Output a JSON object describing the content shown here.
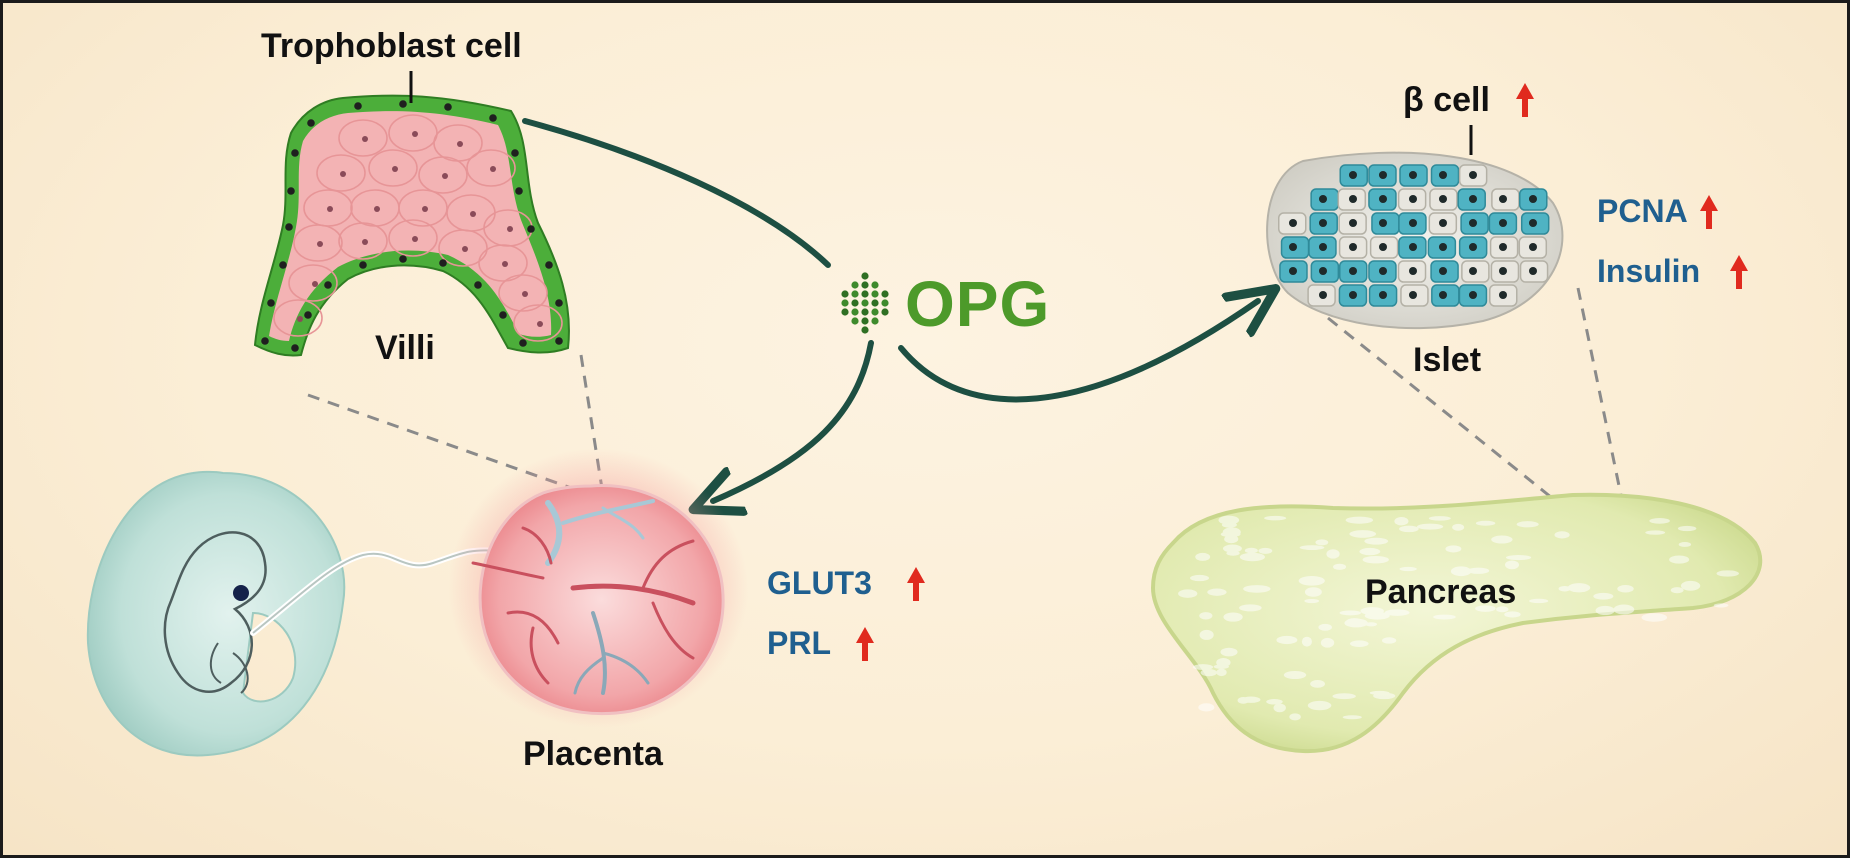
{
  "labels": {
    "trophoblast": "Trophoblast cell",
    "villi": "Villi",
    "opg": "OPG",
    "beta_cell": "β cell",
    "pcna": "PCNA",
    "insulin": "Insulin",
    "islet": "Islet",
    "glut3": "GLUT3",
    "prl": "PRL",
    "placenta": "Placenta",
    "pancreas": "Pancreas"
  },
  "markers": {
    "increase_icon": "arrow-up-icon",
    "increase_glyph": "↑"
  },
  "colors": {
    "arrow": "#1d4f42",
    "opg_text": "#4d9a2a",
    "marker_text": "#1f5f8f",
    "increase_arrow": "#e02a1e",
    "trophoblast_green": "#4cae3a",
    "villi_pink": "#f3b3b4",
    "beta_cell_teal": "#4fb3c3",
    "placenta_red": "#e87a80",
    "pancreas_green": "#e4ecb4",
    "embryo_teal": "#bfe0d8"
  }
}
